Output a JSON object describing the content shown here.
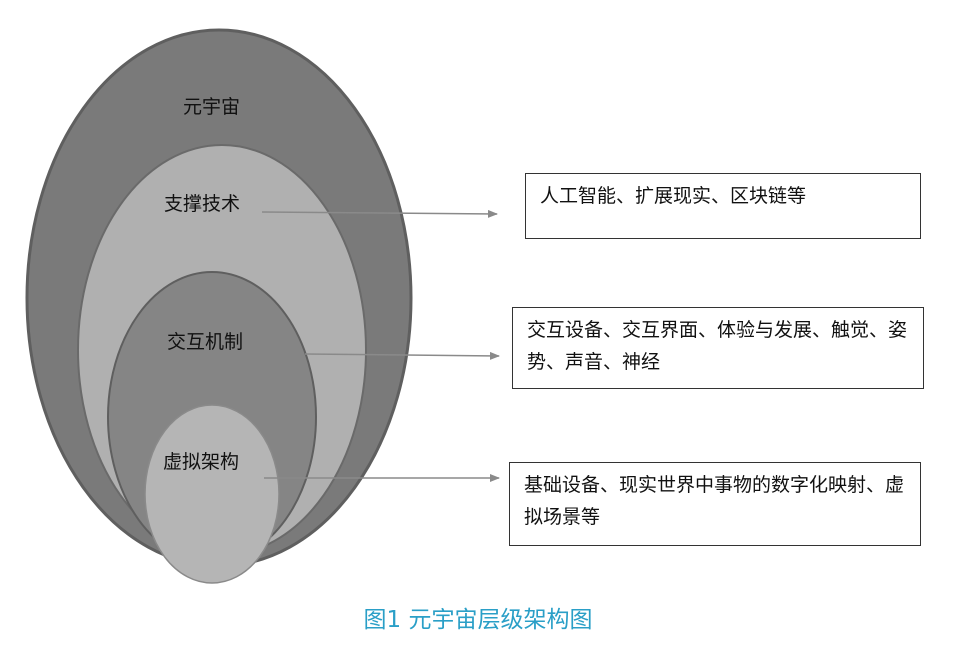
{
  "layers": [
    {
      "id": "metaverse",
      "label": "元宇宙"
    },
    {
      "id": "support-tech",
      "label": "支撑技术"
    },
    {
      "id": "interaction",
      "label": "交互机制"
    },
    {
      "id": "virtual-arch",
      "label": "虚拟架构"
    }
  ],
  "descriptions": {
    "support-tech": "人工智能、扩展现实、区块链等",
    "interaction": "交互设备、交互界面、体验与发展、触觉、姿势、声音、神经",
    "virtual-arch": "基础设备、现实世界中事物的数字化映射、虚拟场景等"
  },
  "caption": "图1 元宇宙层级架构图",
  "colors": {
    "outer": "#7a7a7a",
    "second": "#b0b0b0",
    "third": "#858585",
    "inner": "#b5b5b5",
    "stroke": "#5f5f5f",
    "arrow": "#8a8a8a",
    "caption": "#2a9fc7"
  }
}
